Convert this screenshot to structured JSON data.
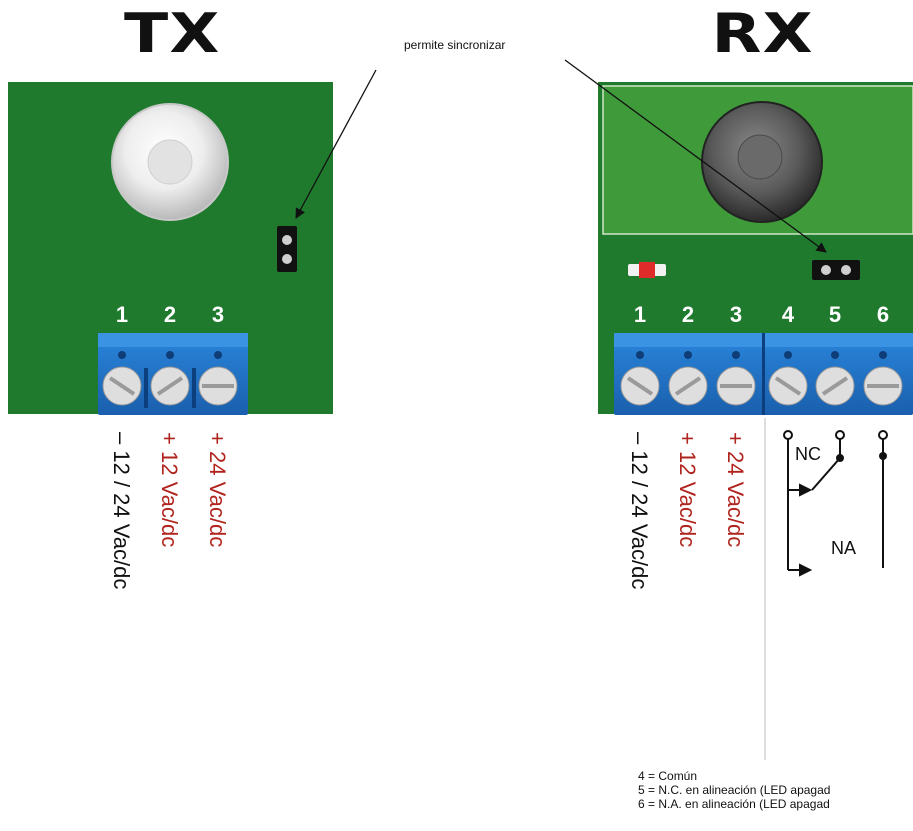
{
  "tx": {
    "title": "TX",
    "terminals": [
      "1",
      "2",
      "3"
    ],
    "labels": [
      {
        "sign": "–",
        "text": "12 / 24 Vac/dc",
        "color": "black"
      },
      {
        "sign": "+",
        "text": "12 Vac/dc",
        "color": "red"
      },
      {
        "sign": "+",
        "text": "24 Vac/dc",
        "color": "red"
      }
    ]
  },
  "rx": {
    "title": "RX",
    "terminals": [
      "1",
      "2",
      "3",
      "4",
      "5",
      "6"
    ],
    "labels": [
      {
        "sign": "–",
        "text": "12 / 24 Vac/dc",
        "color": "black"
      },
      {
        "sign": "+",
        "text": "12 Vac/dc",
        "color": "red"
      },
      {
        "sign": "+",
        "text": "24 Vac/dc",
        "color": "red"
      }
    ],
    "relay": {
      "nc": "NC",
      "na": "NA"
    }
  },
  "annotation": "permite sincronizar",
  "legend": [
    "4 = Común",
    "5 = N.C. en alineación (LED apagad",
    "6 = N.A. en alineación (LED apagad"
  ],
  "colors": {
    "board": "#1f7a2e",
    "terminal_block": "#1e6fc4",
    "red_text": "#b1241d",
    "rx_window": "#3f9a3a"
  }
}
